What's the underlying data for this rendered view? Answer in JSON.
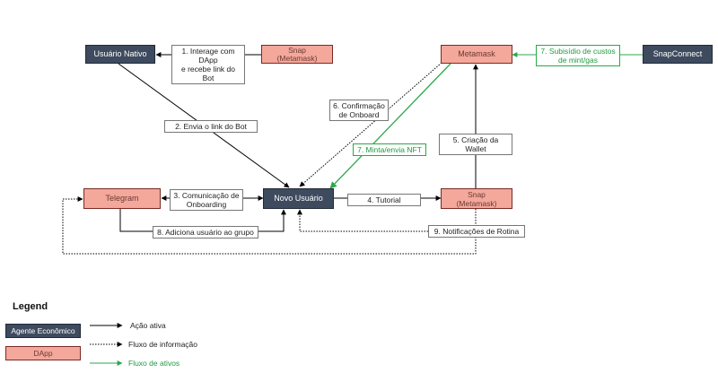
{
  "nodes": {
    "usuario_nativo": "Usuário Nativo",
    "snap_top": "Snap\n(Metamask)",
    "metamask": "Metamask",
    "snapconnect": "SnapConnect",
    "telegram": "Telegram",
    "novo_usuario": "Novo Usuário",
    "snap_mid": "Snap\n(Metamask)"
  },
  "edges": {
    "e1": "1. Interage com DApp\ne recebe link do Bot",
    "e2": "2. Envia o link do Bot",
    "e3": "3. Comunicação de\nOnboarding",
    "e4": "4. Tutorial",
    "e5": "5. Criação da Wallet",
    "e6": "6. Confirmação\nde Onboard",
    "e7a": "7. Subisídio de custos\nde mint/gas",
    "e7b": "7. Minta/envia NFT",
    "e8": "8. Adiciona usuário ao grupo",
    "e9": "9. Notificações de Rotina"
  },
  "legend": {
    "title": "Legend",
    "agent": "Agente Econômico",
    "dapp": "DApp",
    "active": "Ação ativa",
    "info": "Fluxo de informação",
    "assets": "Fluxo de ativos"
  },
  "colors": {
    "agent": "#3e4a5e",
    "dapp": "#f4a79b",
    "green": "#2aa84a"
  }
}
